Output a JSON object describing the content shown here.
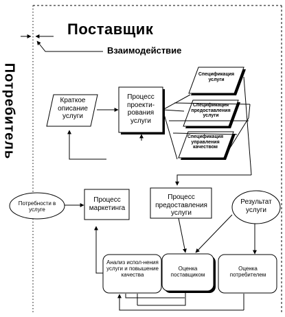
{
  "title": "Поставщик",
  "interaction_label": "Взаимодействие",
  "consumer_label": "Потребитель",
  "nodes": {
    "brief": "Краткое описание услуги",
    "design": "Процесс проекти-рования услуги",
    "spec_service": "Спецификация услуги",
    "spec_delivery": "Спецификация предоставления услуги",
    "spec_quality": "Спецификация управления качеством",
    "needs": "Потребности в услуге",
    "marketing": "Процесс маркетинга",
    "delivery": "Процесс предоставления услуги",
    "result": "Результат услуги",
    "analysis": "Анализ испол-нения услуги и повышение качества",
    "supplier_eval": "Оценка поставщиком",
    "consumer_eval": "Оценка потребителем"
  }
}
